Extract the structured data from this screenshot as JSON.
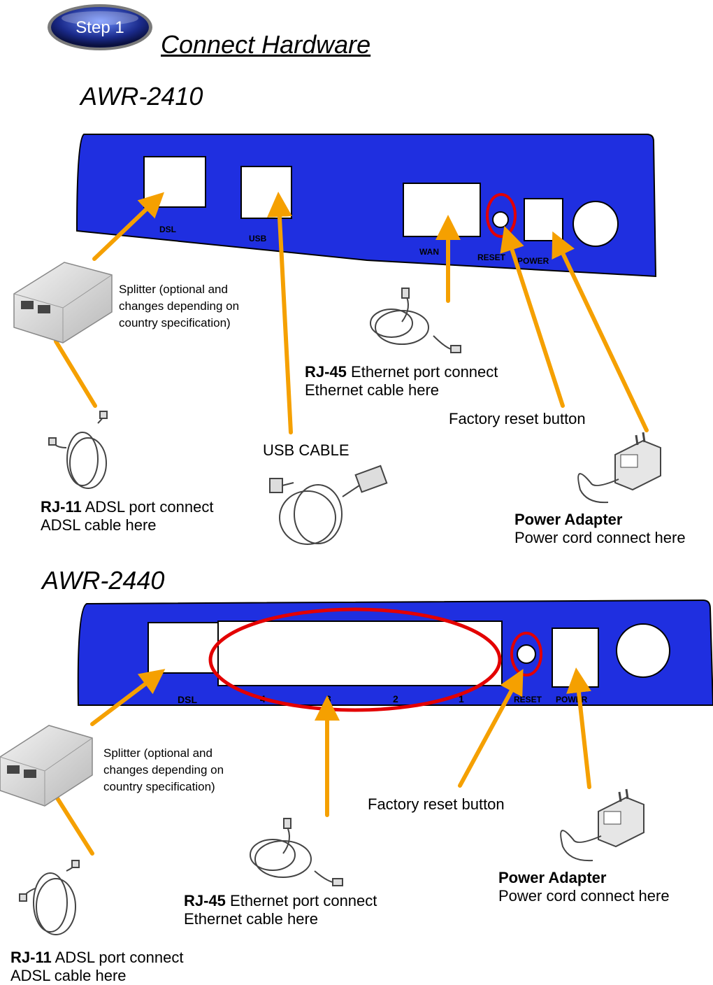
{
  "header": {
    "step_badge": "Step 1",
    "title": "Connect Hardware"
  },
  "colors": {
    "panel_blue": "#1f2fe0",
    "arrow_orange": "#f5a000",
    "highlight_red": "#e30000"
  },
  "awr2410": {
    "model": "AWR-2410",
    "panel_labels": {
      "dsl": "DSL",
      "usb": "USB",
      "wan": "WAN",
      "reset": "RESET",
      "power": "POWER"
    },
    "splitter_note": {
      "line1": "Splitter (optional and",
      "line2": "changes depending on",
      "line3": "country specification)"
    },
    "rj45": {
      "bold": "RJ-45",
      "rest": " Ethernet port connect",
      "line2": "Ethernet cable here"
    },
    "reset_label": "Factory reset button",
    "usb_label": "USB CABLE",
    "rj11": {
      "bold": "RJ-11",
      "rest": " ADSL port connect",
      "line2": "ADSL cable here"
    },
    "power": {
      "bold": "Power Adapter",
      "line2": "Power cord connect here"
    }
  },
  "awr2440": {
    "model": "AWR-2440",
    "panel_labels": {
      "dsl": "DSL",
      "p4": "4",
      "p3": "3",
      "p2": "2",
      "p1": "1",
      "reset": "RESET",
      "power": "POWER"
    },
    "splitter_note": {
      "line1": "Splitter (optional and",
      "line2": "changes depending on",
      "line3": "country specification)"
    },
    "reset_label": "Factory reset button",
    "power": {
      "bold": "Power Adapter",
      "line2": "Power cord connect here"
    },
    "rj45": {
      "bold": "RJ-45",
      "rest": " Ethernet port connect",
      "line2": "Ethernet cable here"
    },
    "rj11": {
      "bold": "RJ-11",
      "rest": " ADSL port connect",
      "line2": "ADSL cable here"
    }
  }
}
